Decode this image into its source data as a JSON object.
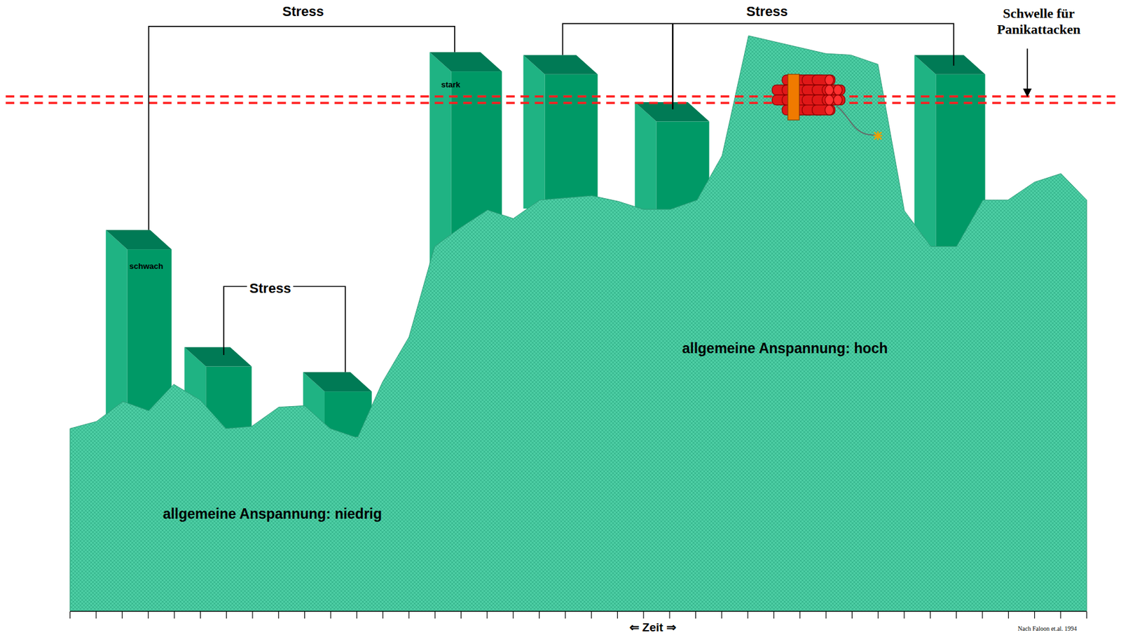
{
  "diagram": {
    "nodes": [
      {
        "text": [
          "schwach"
        ]
      },
      {
        "text": [
          "stark"
        ]
      }
    ],
    "labels": [
      "Stress",
      "Stress",
      "Stress",
      "Schwelle für Panikattacken",
      "allgemeine Anspannung: niedrig",
      "allgemeine Anspannung: hoch",
      "⇐ Zeit ⇒",
      "Nach Faloon et.al. 1994"
    ]
  }
}
